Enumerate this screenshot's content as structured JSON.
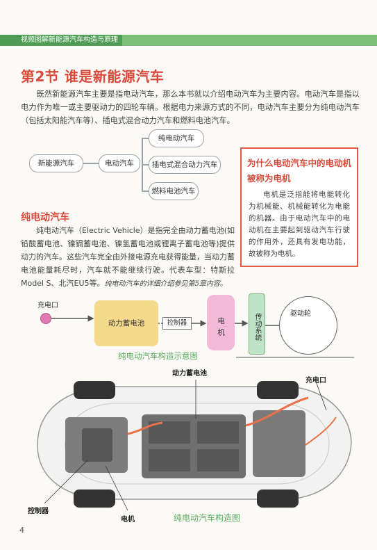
{
  "header": {
    "label": "视频图解新能源汽车构造与原理"
  },
  "section": {
    "title": "第2节  谁是新能源汽车"
  },
  "intro": "既然新能源汽车主要是指电动汽车，那么本书就以介绍电动汽车为主要内容。电动汽车是指以电力作为唯一或主要驱动力的四轮车辆。根据电力来源方式的不同，电动汽车主要分为纯电动汽车（包括太阳能汽车等）、插电式混合动力汽车和燃料电池汽车。",
  "diagram": {
    "root": "新能源汽车",
    "ev": "电动汽车",
    "bev": "纯电动汽车",
    "phev": "插电式混合动力汽车",
    "fcev": "燃料电池汽车"
  },
  "sidebar": {
    "title": "为什么电动汽车中的电动机被称为电机",
    "body": "电机是泛指能将电能转化为机械能、机械能转化为电能的机器。由于电动汽车中的电动机在主要起到驱动汽车行驶的作用外，还具有发电功能，故被称为电机。"
  },
  "bev_section": {
    "title": "纯电动汽车",
    "body": "纯电动汽车（Electric Vehicle）是指完全由动力蓄电池(如铅酸蓄电池、镍镉蓄电池、镍氢蓄电池或锂离子蓄电池等)提供动力的汽车。这些汽车完全由外接电源充电获得能量，当动力蓄电池能量耗尽时，汽车就不能继续行驶。代表车型：特斯拉Model S、北汽EU5等。",
    "note": "纯电动汽车的详细介绍参见第5章内容。"
  },
  "schematic": {
    "charge_port": "充电口",
    "battery": "动力蓄电池",
    "controller": "控制器",
    "motor": "电机",
    "transmission": "传动系统",
    "wheel": "驱动轮",
    "caption": "纯电动汽车构造示意图"
  },
  "car": {
    "battery_label": "动力蓄电池",
    "charge_label": "充电口",
    "controller_label": "控制器",
    "motor_label": "电机",
    "caption": "纯电动汽车构造图"
  },
  "page_number": "4",
  "colors": {
    "accent": "#d94a3a",
    "green": "#5aaa5e",
    "header": "#4e9c55"
  }
}
